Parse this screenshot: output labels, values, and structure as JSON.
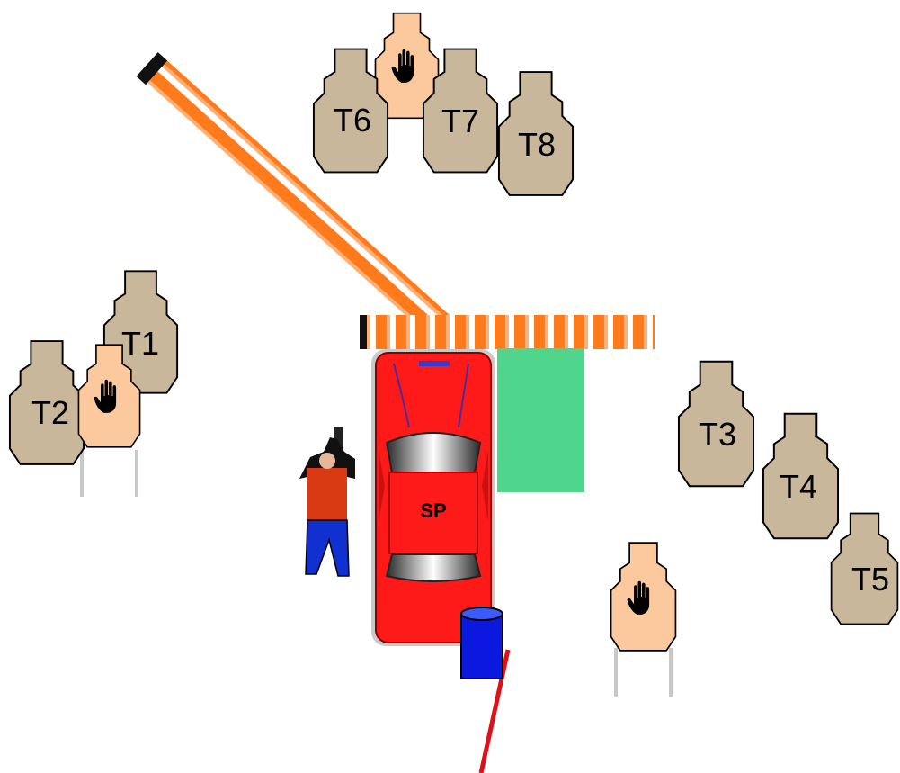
{
  "targets": [
    {
      "id": "T1",
      "label": "T1",
      "kind": "threat"
    },
    {
      "id": "T2",
      "label": "T2",
      "kind": "threat"
    },
    {
      "id": "T3",
      "label": "T3",
      "kind": "threat"
    },
    {
      "id": "T4",
      "label": "T4",
      "kind": "threat"
    },
    {
      "id": "T5",
      "label": "T5",
      "kind": "threat"
    },
    {
      "id": "T6",
      "label": "T6",
      "kind": "threat"
    },
    {
      "id": "T7",
      "label": "T7",
      "kind": "threat"
    },
    {
      "id": "T8",
      "label": "T8",
      "kind": "threat"
    }
  ],
  "no_shoots": [
    {
      "id": "NS-top",
      "kind": "no-shoot",
      "icon": "stop-hand-icon"
    },
    {
      "id": "NS-left",
      "kind": "no-shoot",
      "icon": "stop-hand-icon"
    },
    {
      "id": "NS-right",
      "kind": "no-shoot",
      "icon": "stop-hand-icon"
    }
  ],
  "car": {
    "label": "SP",
    "color": "#ff1a1a"
  },
  "colors": {
    "threat_target": "#c8b79a",
    "no_shoot_target": "#fbc99d",
    "wall_orange": "#ff7a1a",
    "green_zone": "#4fd68c",
    "barrel": "#0a18e0",
    "fault_line": "#e0101a",
    "stand_post": "#c8c8c8"
  }
}
